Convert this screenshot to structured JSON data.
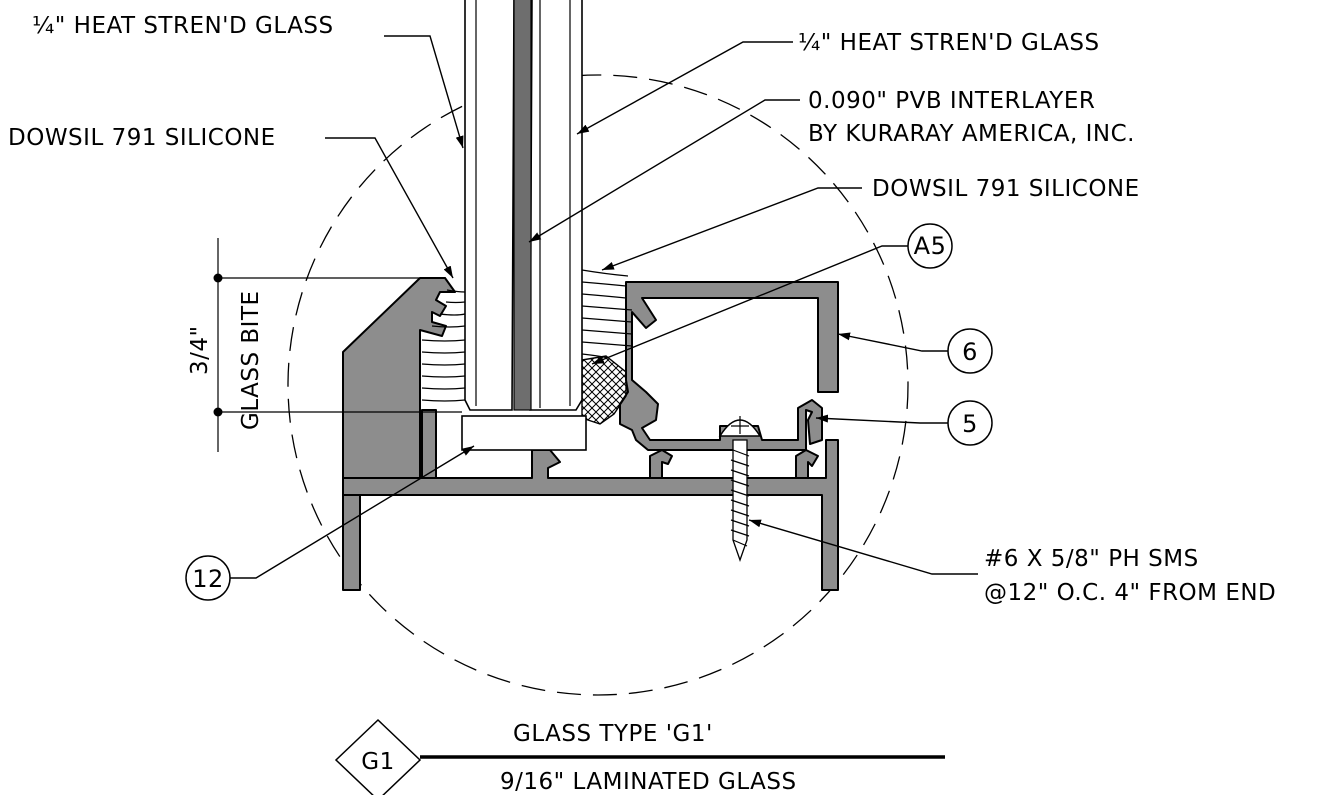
{
  "labels": {
    "left_glass": "¼\" HEAT STREN'D GLASS",
    "right_glass": "¼\" HEAT STREN'D GLASS",
    "interlayer_line1": "0.090\" PVB INTERLAYER",
    "interlayer_line2": "BY KURARAY AMERICA, INC.",
    "left_silicone": "DOWSIL 791 SILICONE",
    "right_silicone": "DOWSIL 791 SILICONE",
    "screw_line1": "#6 X 5/8\" PH SMS",
    "screw_line2": "@12\" O.C. 4\"  FROM END",
    "dimension_value": "3/4\"",
    "dimension_label": "GLASS BITE"
  },
  "callouts": {
    "a5": "A5",
    "six": "6",
    "five": "5",
    "twelve": "12"
  },
  "title_block": {
    "tag": "G1",
    "line1": "GLASS TYPE 'G1'",
    "line2": "9/16\" LAMINATED GLASS"
  },
  "colors": {
    "profile_fill": "#8d8d8d",
    "interlayer_fill": "#6e6e6e",
    "line": "#000000",
    "background": "#ffffff"
  }
}
